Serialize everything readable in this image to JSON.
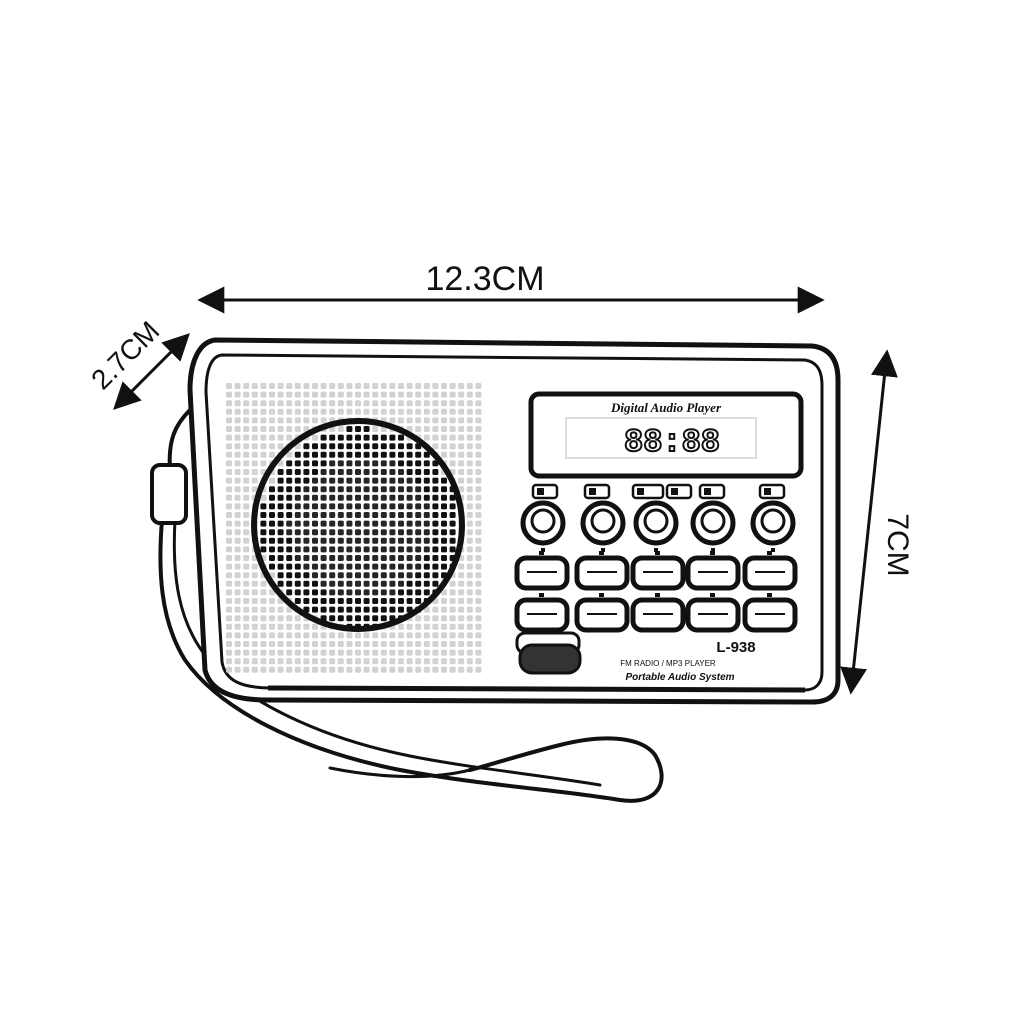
{
  "dimensions": {
    "width_label": "12.3CM",
    "depth_label": "2.7CM",
    "height_label": "7CM"
  },
  "device": {
    "display_title": "Digital Audio Player",
    "display_digits": "88:88",
    "model_label": "L-938",
    "footer_line1": "FM RADIO / MP3 PLAYER",
    "footer_line2": "Portable Audio System"
  },
  "colors": {
    "ink": "#111111",
    "grille_light": "#cfcfcf",
    "grille_dark": "#141414",
    "background": "#ffffff"
  }
}
